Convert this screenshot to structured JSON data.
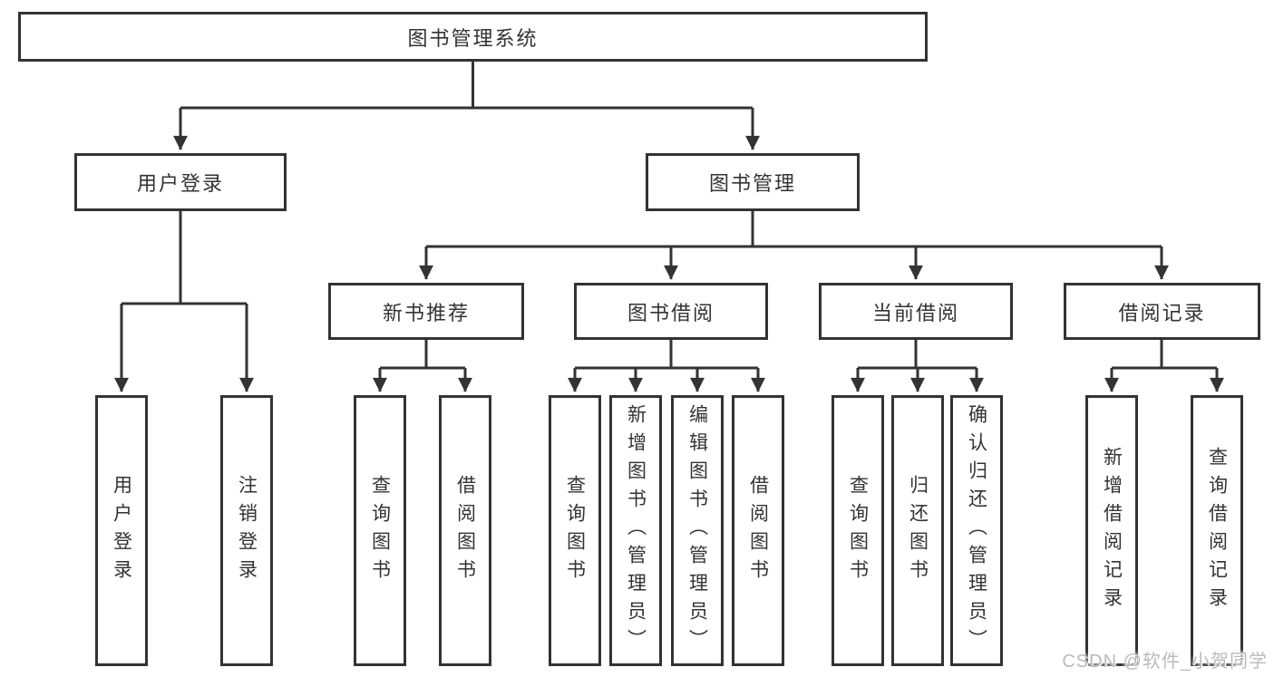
{
  "diagram": {
    "type": "hierarchy-chart",
    "root": {
      "label": "图书管理系统",
      "children": [
        {
          "label": "用户登录",
          "children": [
            {
              "label": "用户登录"
            },
            {
              "label": "注销登录"
            }
          ]
        },
        {
          "label": "图书管理",
          "children": [
            {
              "label": "新书推荐",
              "children": [
                {
                  "label": "查询图书"
                },
                {
                  "label": "借阅图书"
                }
              ]
            },
            {
              "label": "图书借阅",
              "children": [
                {
                  "label": "查询图书"
                },
                {
                  "label": "新增图书（管理员）"
                },
                {
                  "label": "编辑图书（管理员）"
                },
                {
                  "label": "借阅图书"
                }
              ]
            },
            {
              "label": "当前借阅",
              "children": [
                {
                  "label": "查询图书"
                },
                {
                  "label": "归还图书"
                },
                {
                  "label": "确认归还（管理员）"
                }
              ]
            },
            {
              "label": "借阅记录",
              "children": [
                {
                  "label": "新增借阅记录"
                },
                {
                  "label": "查询借阅记录"
                }
              ]
            }
          ]
        }
      ]
    }
  },
  "watermark": "CSDN @软件_小贺同学",
  "colors": {
    "line": "#333333",
    "text": "#333333",
    "watermark": "#b9babf",
    "bg": "#ffffff"
  }
}
